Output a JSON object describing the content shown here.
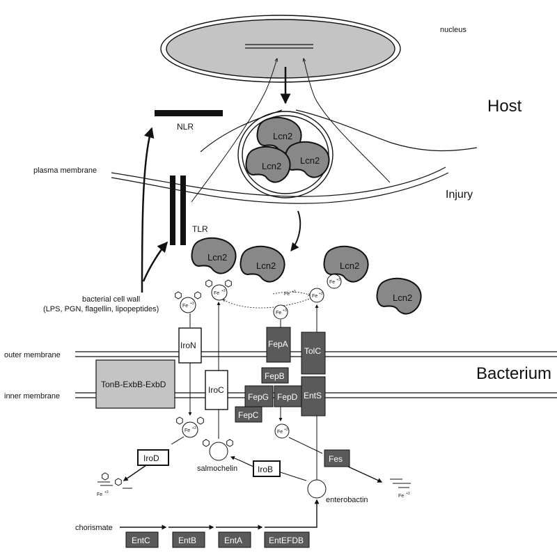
{
  "regions": {
    "host": "Host",
    "bacterium": "Bacterium",
    "nucleus": "nucleus",
    "injury": "Injury"
  },
  "membranes": {
    "plasma": "plasma membrane",
    "outer": "outer membrane",
    "inner": "inner membrane"
  },
  "receptors": {
    "nlr": "NLR",
    "tlr": "TLR"
  },
  "cell_wall": {
    "title": "bacterial cell wall",
    "components": "(LPS, PGN, flagellin, lipopeptides)"
  },
  "lcn2": {
    "label": "Lcn2"
  },
  "iron": {
    "fe": "Fe",
    "sup": "+3"
  },
  "proteins": {
    "tonb": "TonB-ExbB-ExbD",
    "iron": "IroN",
    "iroc": "IroC",
    "fepa": "FepA",
    "fepb": "FepB",
    "fepg": "FepG",
    "fepd": "FepD",
    "fepc": "FepC",
    "tolc": "TolC",
    "ents": "EntS",
    "fes": "Fes",
    "irod": "IroD",
    "irob": "IroB",
    "entc": "EntC",
    "entb": "EntB",
    "enta": "EntA",
    "entefdb": "EntEFDB"
  },
  "molecules": {
    "salmochelin": "salmochelin",
    "enterobactin": "enterobactin",
    "chorismate": "chorismate"
  },
  "colors": {
    "dark_box": "#5a5a5a",
    "lcn2_fill": "#888888",
    "nucleus_fill": "#c4c4c4",
    "tonb_fill": "#c4c4c4"
  }
}
